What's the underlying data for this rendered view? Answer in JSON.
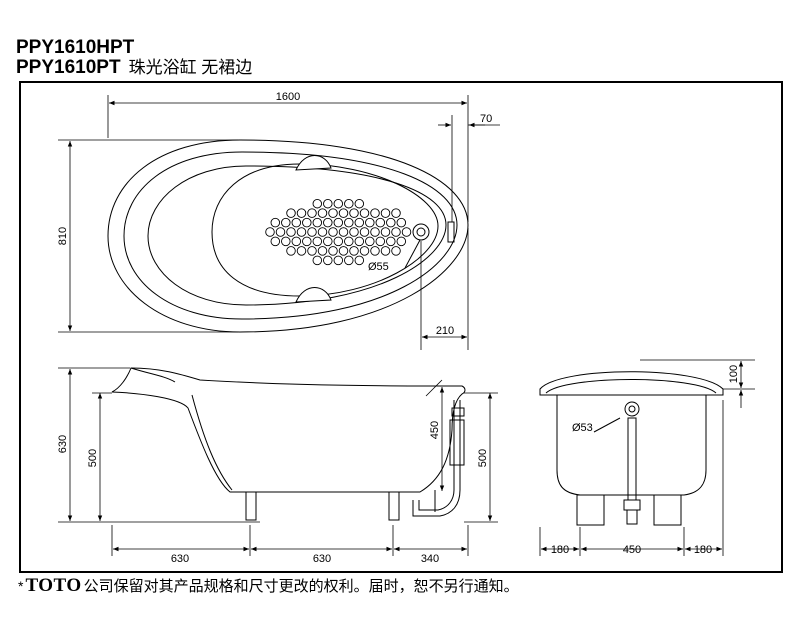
{
  "header": {
    "model_line1": "PPY1610HPT",
    "model_line2": "PPY1610PT",
    "description": "珠光浴缸  无裙边"
  },
  "top_view": {
    "length": "1600",
    "width": "810",
    "overflow_offset": "70",
    "drain_offset": "210",
    "drain_diameter": "Ø55"
  },
  "side_view": {
    "overall_height": "630",
    "rim_height": "500",
    "inner_depth": "450",
    "right_height": "500",
    "seg1": "630",
    "seg2": "630",
    "seg3": "340"
  },
  "end_view": {
    "top_height": "100",
    "pipe_diameter": "Ø53",
    "left_margin": "180",
    "center": "450",
    "right_margin": "180"
  },
  "footer": {
    "star": "*",
    "brand": "TOTO",
    "note": "公司保留对其产品规格和尺寸更改的权利。届时，恕不另行通知。"
  }
}
